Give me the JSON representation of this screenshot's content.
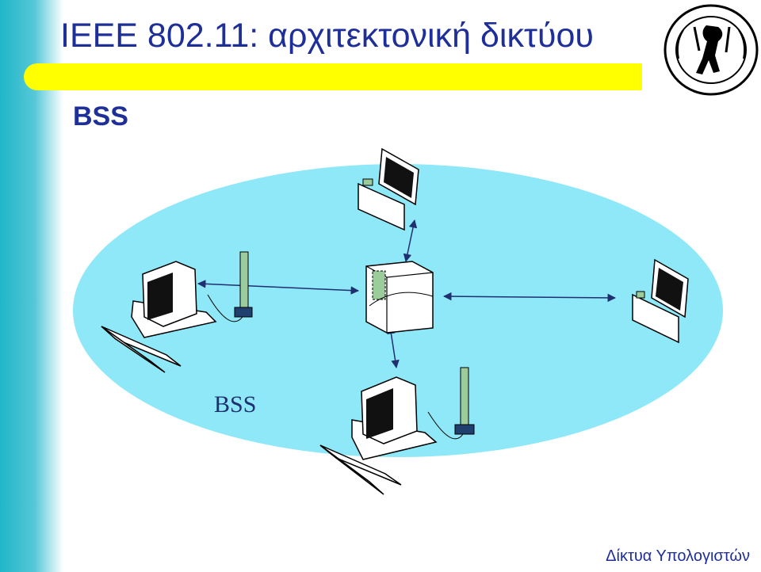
{
  "slide": {
    "title_part1": "IEEE 802.11",
    "title_part2": ": αρχιτεκτονική δικτύου",
    "subtitle": "BSS",
    "footer": "Δίκτυα Υπολογιστών"
  },
  "diagram": {
    "bss_label": "BSS",
    "nodes": [
      "laptop-top",
      "desktop-left",
      "access-point",
      "laptop-right",
      "desktop-bottom"
    ],
    "links": [
      [
        "laptop-top",
        "access-point"
      ],
      [
        "desktop-left",
        "access-point"
      ],
      [
        "access-point",
        "laptop-right"
      ],
      [
        "access-point",
        "desktop-bottom"
      ]
    ],
    "colors": {
      "cell": "#8ee8f7",
      "title": "#1f2f98",
      "highlight": "#ffff00",
      "antenna": "#9ccb9c"
    }
  },
  "logo": {
    "icon": "university-seal-icon"
  }
}
